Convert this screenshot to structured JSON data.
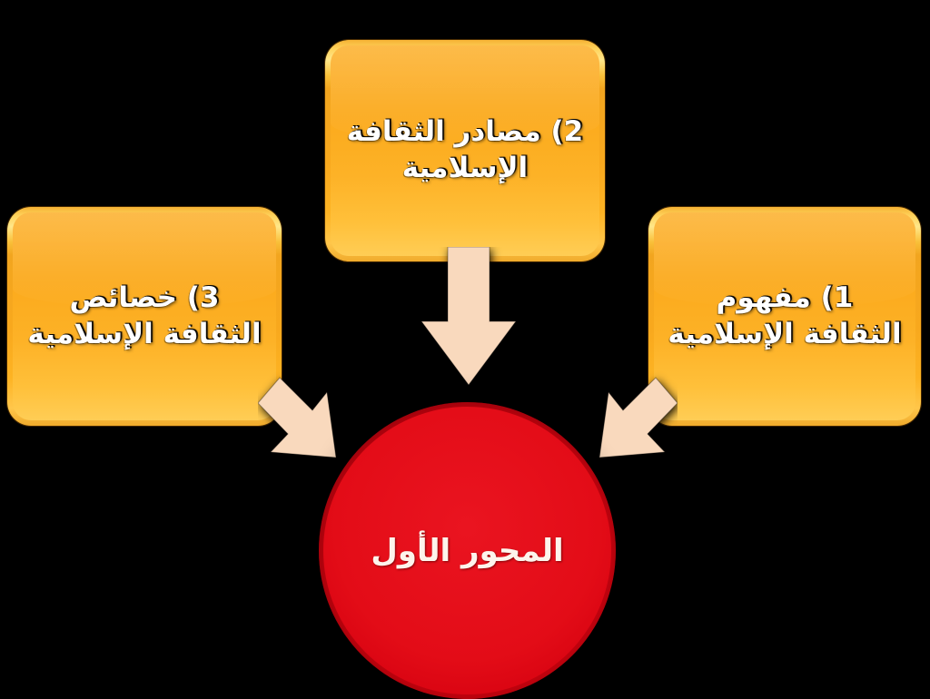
{
  "diagram": {
    "background_color": "#000000",
    "center": {
      "label": "المحور الأول",
      "fill_color": "#e20613",
      "text_color": "#fdf4ec",
      "shape": "circle"
    },
    "nodes": [
      {
        "id": "node-1",
        "number": "1",
        "label": "1) مفهوم الثقافة الإسلامية",
        "position": "right",
        "fill_color": "#fbab1e",
        "border_color": "#ffe78a",
        "text_color": "#ffffff"
      },
      {
        "id": "node-2",
        "number": "2",
        "label": "2) مصادر الثقافة الإسلامية",
        "position": "top",
        "fill_color": "#fbab1e",
        "border_color": "#ffe78a",
        "text_color": "#ffffff"
      },
      {
        "id": "node-3",
        "number": "3",
        "label": "3) خصائص الثقافة الإسلامية",
        "position": "left",
        "fill_color": "#fbab1e",
        "border_color": "#ffe78a",
        "text_color": "#ffffff"
      }
    ],
    "arrows": [
      {
        "id": "arrow-down",
        "from": "node-2",
        "to": "center",
        "direction": "down",
        "color": "#f9d9bd"
      },
      {
        "id": "arrow-left",
        "from": "node-3",
        "to": "center",
        "direction": "down-right",
        "color": "#f9d9bd"
      },
      {
        "id": "arrow-right",
        "from": "node-1",
        "to": "center",
        "direction": "down-left",
        "color": "#f9d9bd"
      }
    ]
  }
}
